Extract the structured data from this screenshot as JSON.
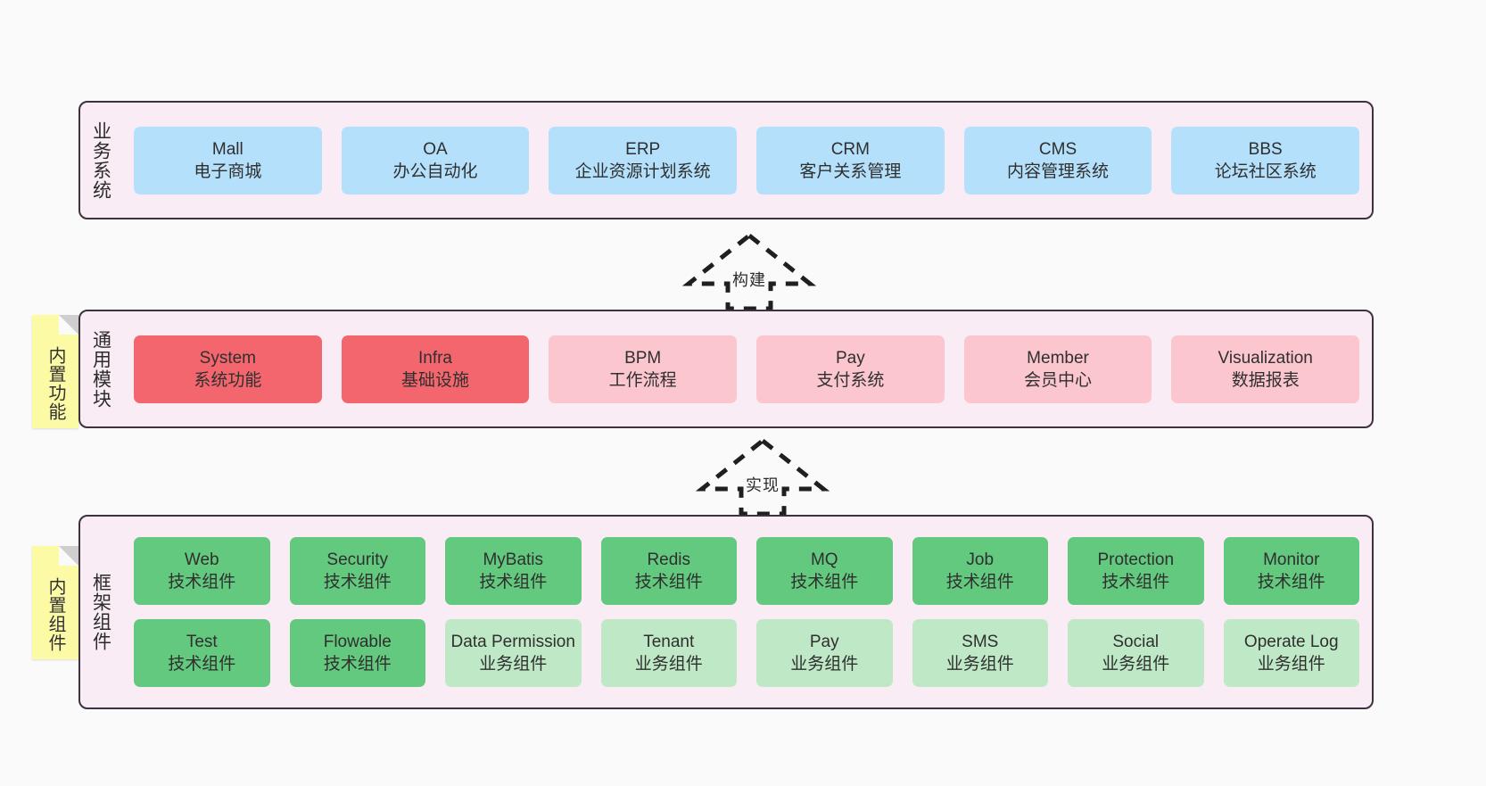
{
  "diagram": {
    "background": "#fafafa",
    "layer_bg": "#faecf5",
    "layer_border": "#3b3340",
    "sticky_bg": "#fdfaa6"
  },
  "stickies": [
    {
      "label": "内置功能"
    },
    {
      "label": "内置组件"
    }
  ],
  "arrows": [
    {
      "label": "构建"
    },
    {
      "label": "实现"
    }
  ],
  "layers": [
    {
      "title": "业务系统",
      "rows": [
        {
          "cells": [
            {
              "en": "Mall",
              "cn": "电子商城",
              "color": "#b5e0fb"
            },
            {
              "en": "OA",
              "cn": "办公自动化",
              "color": "#b5e0fb"
            },
            {
              "en": "ERP",
              "cn": "企业资源计划系统",
              "color": "#b5e0fb"
            },
            {
              "en": "CRM",
              "cn": "客户关系管理",
              "color": "#b5e0fb"
            },
            {
              "en": "CMS",
              "cn": "内容管理系统",
              "color": "#b5e0fb"
            },
            {
              "en": "BBS",
              "cn": "论坛社区系统",
              "color": "#b5e0fb"
            }
          ]
        }
      ]
    },
    {
      "title": "通用模块",
      "rows": [
        {
          "cells": [
            {
              "en": "System",
              "cn": "系统功能",
              "color": "#f4666e"
            },
            {
              "en": "Infra",
              "cn": "基础设施",
              "color": "#f4666e"
            },
            {
              "en": "BPM",
              "cn": "工作流程",
              "color": "#fbc6cd"
            },
            {
              "en": "Pay",
              "cn": "支付系统",
              "color": "#fbc6cd"
            },
            {
              "en": "Member",
              "cn": "会员中心",
              "color": "#fbc6cd"
            },
            {
              "en": "Visualization",
              "cn": "数据报表",
              "color": "#fbc6cd"
            }
          ]
        }
      ]
    },
    {
      "title": "框架组件",
      "rows": [
        {
          "cells": [
            {
              "en": "Web",
              "cn": "技术组件",
              "color": "#63c97e"
            },
            {
              "en": "Security",
              "cn": "技术组件",
              "color": "#63c97e"
            },
            {
              "en": "MyBatis",
              "cn": "技术组件",
              "color": "#63c97e"
            },
            {
              "en": "Redis",
              "cn": "技术组件",
              "color": "#63c97e"
            },
            {
              "en": "MQ",
              "cn": "技术组件",
              "color": "#63c97e"
            },
            {
              "en": "Job",
              "cn": "技术组件",
              "color": "#63c97e"
            },
            {
              "en": "Protection",
              "cn": "技术组件",
              "color": "#63c97e"
            },
            {
              "en": "Monitor",
              "cn": "技术组件",
              "color": "#63c97e"
            }
          ]
        },
        {
          "cells": [
            {
              "en": "Test",
              "cn": "技术组件",
              "color": "#63c97e"
            },
            {
              "en": "Flowable",
              "cn": "技术组件",
              "color": "#63c97e"
            },
            {
              "en": "Data Permission",
              "cn": "业务组件",
              "color": "#bfe8c6"
            },
            {
              "en": "Tenant",
              "cn": "业务组件",
              "color": "#bfe8c6"
            },
            {
              "en": "Pay",
              "cn": "业务组件",
              "color": "#bfe8c6"
            },
            {
              "en": "SMS",
              "cn": "业务组件",
              "color": "#bfe8c6"
            },
            {
              "en": "Social",
              "cn": "业务组件",
              "color": "#bfe8c6"
            },
            {
              "en": "Operate Log",
              "cn": "业务组件",
              "color": "#bfe8c6"
            }
          ]
        }
      ]
    }
  ]
}
